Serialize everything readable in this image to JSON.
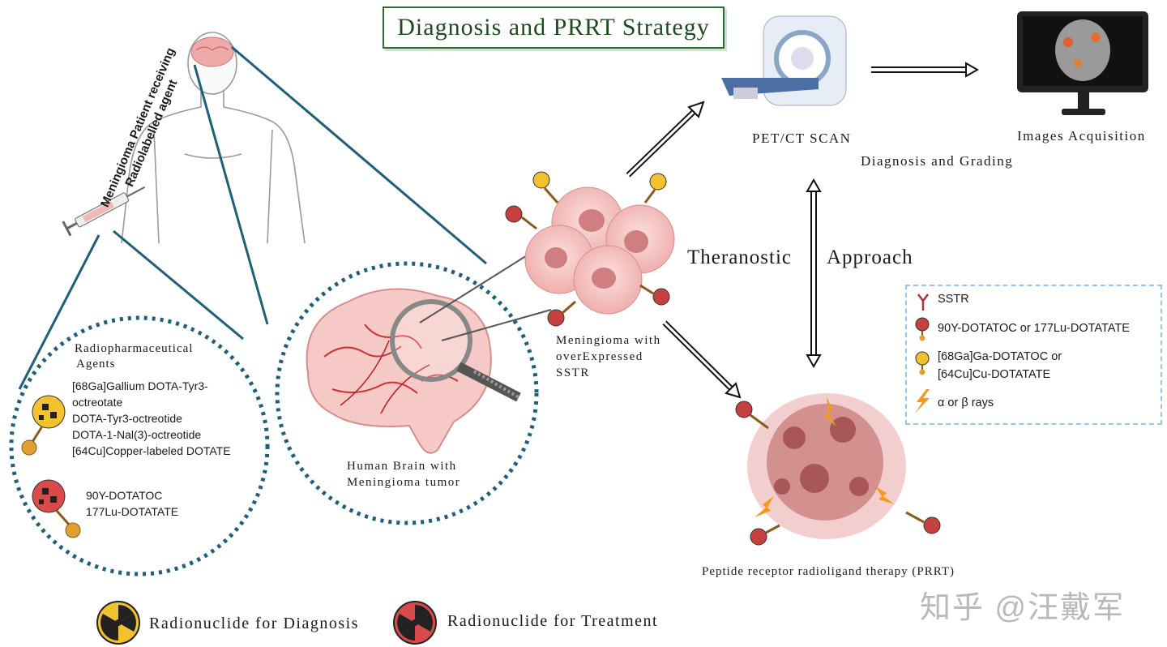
{
  "title": "Diagnosis and PRRT Strategy",
  "patient_label": "Meningioma Patient receiving Radiolabelled agent",
  "scanner_label": "PET/CT SCAN",
  "images_label": "Images Acquisition",
  "diagnosis_label": "Diagnosis and Grading",
  "theranostic_label_1": "Theranostic",
  "theranostic_label_2": "Approach",
  "cells_label": [
    "Meningioma with",
    "overExpressed",
    "SSTR"
  ],
  "brain_label": [
    "Human Brain with",
    "Meningioma tumor"
  ],
  "prrt_label": "Peptide receptor radioligand therapy (PRRT)",
  "agents": {
    "heading": [
      "Radiopharmaceutical",
      "Agents"
    ],
    "diagnostic": [
      "[68Ga]Gallium DOTA-Tyr3-",
      "octreotate",
      "DOTA-Tyr3-octreotide",
      "DOTA-1-Nal(3)-octreotide",
      "[64Cu]Copper-labeled DOTATE"
    ],
    "therapeutic": [
      "90Y-DOTATOC",
      "177Lu-DOTATATE"
    ]
  },
  "legend": {
    "items": [
      {
        "icon": "sstr-receptor-icon",
        "text": "SSTR"
      },
      {
        "icon": "red-radionuclide-icon",
        "text": "90Y-DOTATOC or 177Lu-DOTATATE"
      },
      {
        "icon": "yellow-radionuclide-icon",
        "text": "[68Ga]Ga-DOTATOC or"
      },
      {
        "icon": "",
        "text": "[64Cu]Cu-DOTATATE"
      },
      {
        "icon": "lightning-icon",
        "text": "α or β rays"
      }
    ]
  },
  "bottom_legend": {
    "diagnosis": "Radionuclide for Diagnosis",
    "treatment": "Radionuclide for Treatment"
  },
  "watermark": "知乎 @汪戴军",
  "colors": {
    "title_border": "#2e6b2e",
    "lines": "#1f5f7a",
    "dotted_circle": "#1f5f7a",
    "legend_border": "#9cc3e6",
    "cell": "#f2b8b8",
    "tumor": "#c97070",
    "diagnostic_nuclide": "#f2c12e",
    "therapeutic_nuclide": "#d94b4b"
  }
}
